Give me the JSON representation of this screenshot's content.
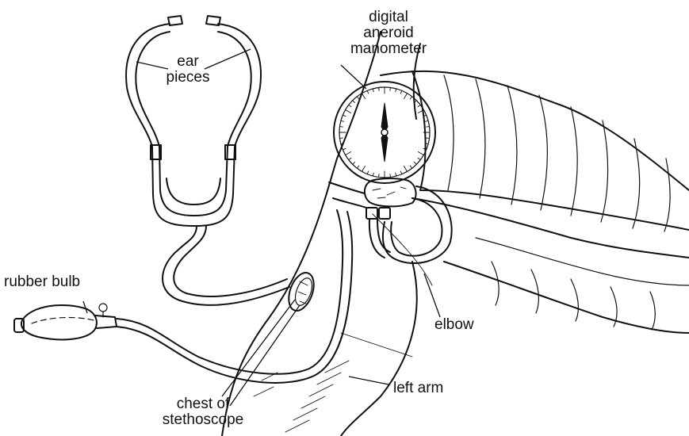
{
  "labels": {
    "ear_pieces_line1": "ear",
    "ear_pieces_line2": "pieces",
    "manometer_line1": "digital",
    "manometer_line2": "aneroid",
    "manometer_line3": "manometer",
    "rubber_bulb": "rubber  bulb",
    "elbow": "elbow",
    "left_arm": "left  arm",
    "chest_line1": "chest  of",
    "chest_line2": "stethoscope"
  }
}
